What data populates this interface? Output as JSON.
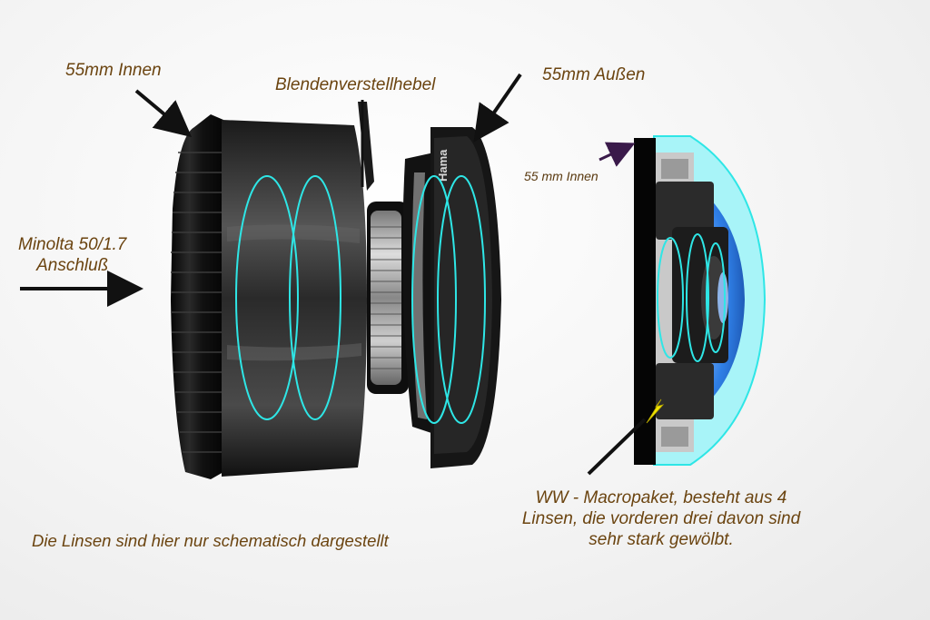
{
  "labels": {
    "innen_55": "55mm Innen",
    "blendenhebel": "Blendenverstellhebel",
    "aussen_55": "55mm Außen",
    "innen_small": "55 mm Innen",
    "minolta_line1": "Minolta 50/1.7",
    "minolta_line2": "Anschluß",
    "schematic_note": "Die Linsen sind hier nur schematisch dargestellt",
    "ww_line1": "WW - Macropaket, besteht aus 4",
    "ww_line2": "Linsen, die vorderen drei davon sind",
    "ww_line3": "sehr stark gewölbt."
  },
  "lens_engraving": "Hama",
  "colors": {
    "label_text": "#6b4410",
    "lens_outline": "#2ee6e6",
    "arrow": "#111111",
    "arrow_purple": "#3a1a4a",
    "arrow_yellow": "#f2e600",
    "front_lens_blue": "#2f7fe6",
    "lens_body": "#141414"
  }
}
